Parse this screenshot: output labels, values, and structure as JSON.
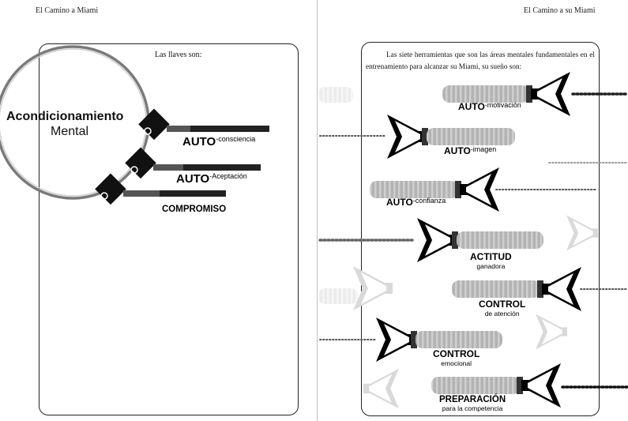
{
  "left_page": {
    "running_head": "El Camino a Miami",
    "caption": "Las llaves son:",
    "ring_title": [
      "Acondicionamiento",
      "Mental"
    ],
    "keys": [
      {
        "main": "AUTO",
        "sub": "-consciencia"
      },
      {
        "main": "AUTO",
        "sub": "-Aceptación"
      },
      {
        "main": "COMPROMISO",
        "sub": ""
      }
    ]
  },
  "right_page": {
    "running_head": "El Camino a su Miami",
    "intro": "Las siete herramientas que son las áreas mentales fundamentales en el entrenamiento para alcanzar su Miami, su sueño son:",
    "tools": [
      {
        "main": "AUTO",
        "sub": "-motivación"
      },
      {
        "main": "AUTO",
        "sub": "-imagen"
      },
      {
        "main": "AUTO",
        "sub": "-confianza"
      },
      {
        "main": "ACTITUD",
        "sub": "ganadora"
      },
      {
        "main": "CONTROL",
        "sub": "de atención"
      },
      {
        "main": "CONTROL",
        "sub": "emocional"
      },
      {
        "main": "PREPARACIÓN",
        "sub": "para la competencia"
      }
    ]
  },
  "icons": {
    "ring": "key-ring-icon",
    "key": "key-icon",
    "racket": "racket-handle-icon"
  }
}
